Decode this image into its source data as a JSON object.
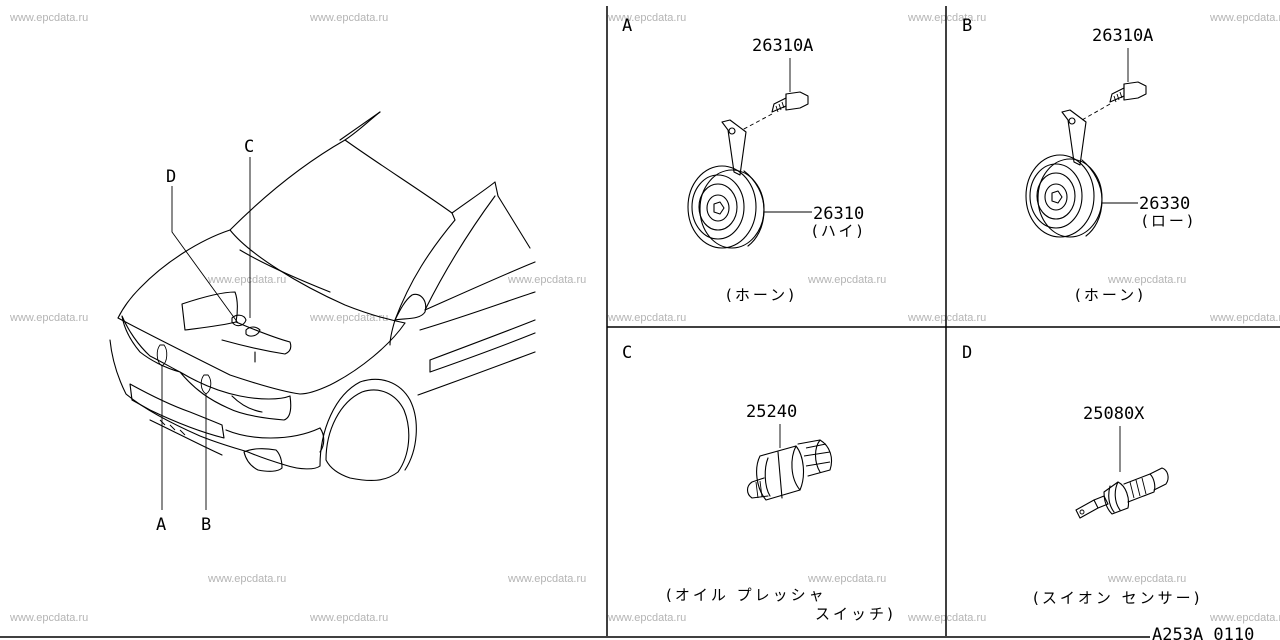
{
  "watermark": "www.epcdata.ru",
  "drawing_code": "A253A 0110",
  "overview": {
    "callouts": {
      "a": "A",
      "b": "B",
      "c": "C",
      "d": "D"
    }
  },
  "panels": {
    "a": {
      "tag": "A",
      "bolt_part": "26310A",
      "main_part": "26310",
      "main_note": "(ハイ)",
      "caption": "(ホーン)"
    },
    "b": {
      "tag": "B",
      "bolt_part": "26310A",
      "main_part": "26330",
      "main_note": "(ロー)",
      "caption": "(ホーン)"
    },
    "c": {
      "tag": "C",
      "main_part": "25240",
      "caption_line1": "(オイル プレッシャ",
      "caption_line2": "スイッチ)"
    },
    "d": {
      "tag": "D",
      "main_part": "25080X",
      "caption": "(スイオン センサー)"
    }
  }
}
